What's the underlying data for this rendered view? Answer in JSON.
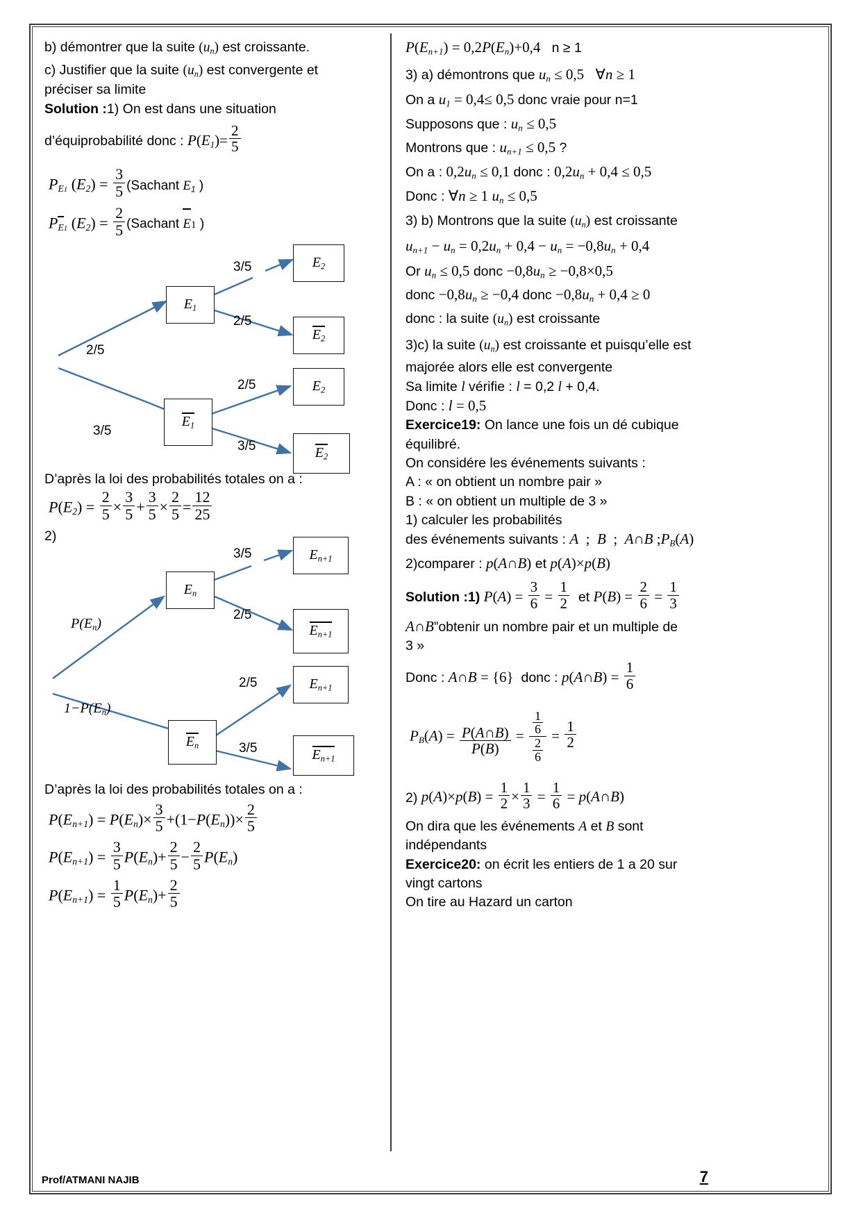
{
  "document": {
    "footer_author": "Prof/ATMANI NAJIB",
    "page_number": "7"
  },
  "left_column": {
    "q_b": "b) démontrer que la suite",
    "q_b_tail": "est croissante.",
    "q_c": "c) Justifier que la suite",
    "q_c_tail": "est convergente et",
    "q_c_line2": "préciser sa limite",
    "solution_label": "Solution :",
    "solution_text": "1) On est dans une situation",
    "equiprob_line": "d’équiprobabilité donc :",
    "sachant_1": "(Sachant",
    "sachant_close": ")",
    "loi_totale_1": "D’après la loi des probabilités totales on a :",
    "item_2": "2)",
    "loi_totale_2": "D’après la loi des probabilités totales on a :",
    "symbols": {
      "u_n": "u",
      "sub_n": "n",
      "P": "P",
      "E": "E",
      "two_fifths": "2/5",
      "three_fifths": "3/5",
      "frac_2_5_num": "2",
      "frac_2_5_den": "5",
      "frac_3_5_num": "3",
      "frac_3_5_den": "5",
      "frac_12_25_num": "12",
      "frac_12_25_den": "25",
      "frac_1_5_num": "1",
      "frac_1_5_den": "5"
    },
    "tree1": {
      "nodes": [
        {
          "id": "E1",
          "label_base": "E",
          "label_sub": "1",
          "overline": false
        },
        {
          "id": "E1b",
          "label_base": "E",
          "label_sub": "1",
          "overline": true
        },
        {
          "id": "E2a",
          "label_base": "E",
          "label_sub": "2",
          "overline": false
        },
        {
          "id": "E2b",
          "label_base": "E",
          "label_sub": "2",
          "overline": true
        },
        {
          "id": "E2c",
          "label_base": "E",
          "label_sub": "2",
          "overline": false
        },
        {
          "id": "E2d",
          "label_base": "E",
          "label_sub": "2",
          "overline": true
        }
      ],
      "edge_labels": [
        "2/5",
        "3/5",
        "3/5",
        "2/5",
        "2/5",
        "3/5"
      ]
    },
    "tree2": {
      "nodes": [
        {
          "id": "En",
          "label_base": "E",
          "label_sub": "n",
          "overline": false
        },
        {
          "id": "Enb",
          "label_base": "E",
          "label_sub": "n",
          "overline": true
        },
        {
          "id": "En1a",
          "label_base": "E",
          "label_sub": "n+1",
          "overline": false
        },
        {
          "id": "En1b",
          "label_base": "E",
          "label_sub": "n+1",
          "overline": true
        },
        {
          "id": "En1c",
          "label_base": "E",
          "label_sub": "n+1",
          "overline": false
        },
        {
          "id": "En1d",
          "label_base": "E",
          "label_sub": "n+1",
          "overline": true
        }
      ],
      "edge_labels": [
        "3/5",
        "2/5",
        "2/5",
        "3/5"
      ],
      "root_label_top": "P(E",
      "root_label_bottom": "1−P(E"
    }
  },
  "right_column": {
    "recurrence_tail": "n ≥ 1",
    "l3a_pre": "3) a) démontrons que",
    "on_a": "On a",
    "on_a_tail": "donc vraie pour n=1",
    "supposons": "Supposons que :",
    "montrons": "Montrons que :",
    "montrons_tail": "?",
    "on_a2_pre": "On a :",
    "on_a2_mid": "donc :",
    "donc_forall": "Donc :",
    "l3b": "3) b) Montrons que la suite",
    "l3b_tail": "est croissante",
    "or_pre": "Or",
    "or_mid": "donc",
    "donc_pre": "donc",
    "donc_mid": "donc",
    "donc_suite": "donc : la suite",
    "donc_suite_tail": "est croissante",
    "l3c_pre": "3)c) la suite",
    "l3c_tail": "est croissante et puisqu’elle est",
    "l3c_line2": "majorée alors elle est convergente",
    "limite_pre": "Sa limite",
    "limite_mid": "vérifie :",
    "limite_eq": "= 0,2",
    "limite_end": "+ 0,4.",
    "donc_l": "Donc :",
    "ex19_label": "Exercice19:",
    "ex19_text": "On lance une fois un dé cubique",
    "ex19_text2": "équilibré.",
    "ex19_line3": "On considére les événements suivants :",
    "ex19_A": "A : « on obtient un nombre pair »",
    "ex19_B": "B : « on obtient un multiple de 3 »",
    "ex19_q1": "1) calculer les probabilités",
    "ex19_q1b": "des événements suivants :",
    "ex19_q2": "2)comparer :",
    "ex19_q2_et": "et",
    "sol_label": "Solution :1)",
    "sol_et": "et",
    "inter_text": "”obtenir un nombre pair et un multiple de",
    "inter_text2": "3 »",
    "donc_inter": "Donc :",
    "donc_inter_mid": "donc :",
    "item2": "2)",
    "indep_line": "On dira que les événements",
    "indep_et": "et",
    "indep_sont": "sont",
    "indep_line2": "indépendants",
    "ex20_label": "Exercice20:",
    "ex20_text": "on écrit les entiers de 1 a 20 sur",
    "ex20_text2": "vingt cartons",
    "ex20_text3": "On tire au Hazard un carton"
  },
  "colors": {
    "ink": "#000000",
    "arrow": "#3f72a8",
    "border": "#3a3a3a"
  }
}
